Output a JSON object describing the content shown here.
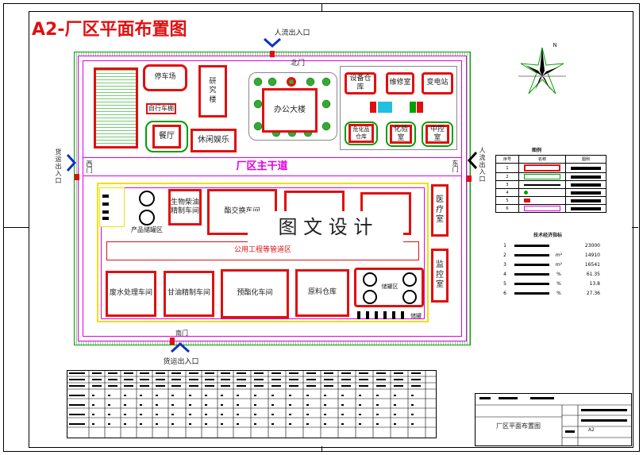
{
  "title": "A2-厂区平面布置图",
  "watermark": "图 文 设 计",
  "gates": {
    "north_entrance": "人流出入口",
    "north_gate": "北门",
    "west_entrance": "货运出入口",
    "west_gate": "西门",
    "east_entrance": "人流出入口",
    "east_gate": "东门",
    "south_gate": "南门",
    "south_entrance": "货运出入口"
  },
  "main_road": "厂区主干道",
  "buildings": {
    "parking": "停车场",
    "bike_shed": "自行车棚",
    "research": "研究楼",
    "canteen": "餐厅",
    "leisure": "休闲娱乐",
    "office": "办公大楼",
    "equipment_warehouse": "设备仓库",
    "repair": "维修室",
    "substation": "变电站",
    "hazmat_warehouse": "危化品仓库",
    "lab": "化验室",
    "control_room": "中控室",
    "product_tanks": "产品储罐区",
    "biodiesel_refining": "生物柴油精制车间",
    "transesterification": "酯交换车间",
    "workshop_hidden": "",
    "clinic": "医疗室",
    "monitoring": "监控室",
    "pipe_corridor": "公用工程等管道区",
    "wastewater": "废水处理车间",
    "glycerin": "甘油精制车间",
    "pre_esterification": "预酯化车间",
    "raw_warehouse": "原料仓库",
    "tank_area": "储罐区",
    "tank_side_label": "储罐"
  },
  "legend": {
    "title": "图例",
    "headers": [
      "序号",
      "名称",
      "图例"
    ],
    "rows": [
      "1",
      "2",
      "3",
      "4",
      "5",
      "6"
    ]
  },
  "tech_table": {
    "title": "技术经济指标",
    "rows": [
      {
        "no": "1",
        "value": "23000"
      },
      {
        "no": "2",
        "unit": "m²",
        "value": "14910"
      },
      {
        "no": "3",
        "unit": "m²",
        "value": "16541"
      },
      {
        "no": "4",
        "unit": "%",
        "value": "61.35"
      },
      {
        "no": "5",
        "unit": "%",
        "value": "13.8"
      },
      {
        "no": "6",
        "unit": "%",
        "value": "27.36"
      }
    ]
  },
  "title_block": {
    "drawing_name": "厂区平面布置图",
    "code": "A2"
  },
  "compass": {
    "north": "N"
  },
  "colors": {
    "building_border": "#e01010",
    "road": "#e000e0",
    "fence": "#00a000",
    "arrow": "#1030c0",
    "title": "#e01010"
  }
}
